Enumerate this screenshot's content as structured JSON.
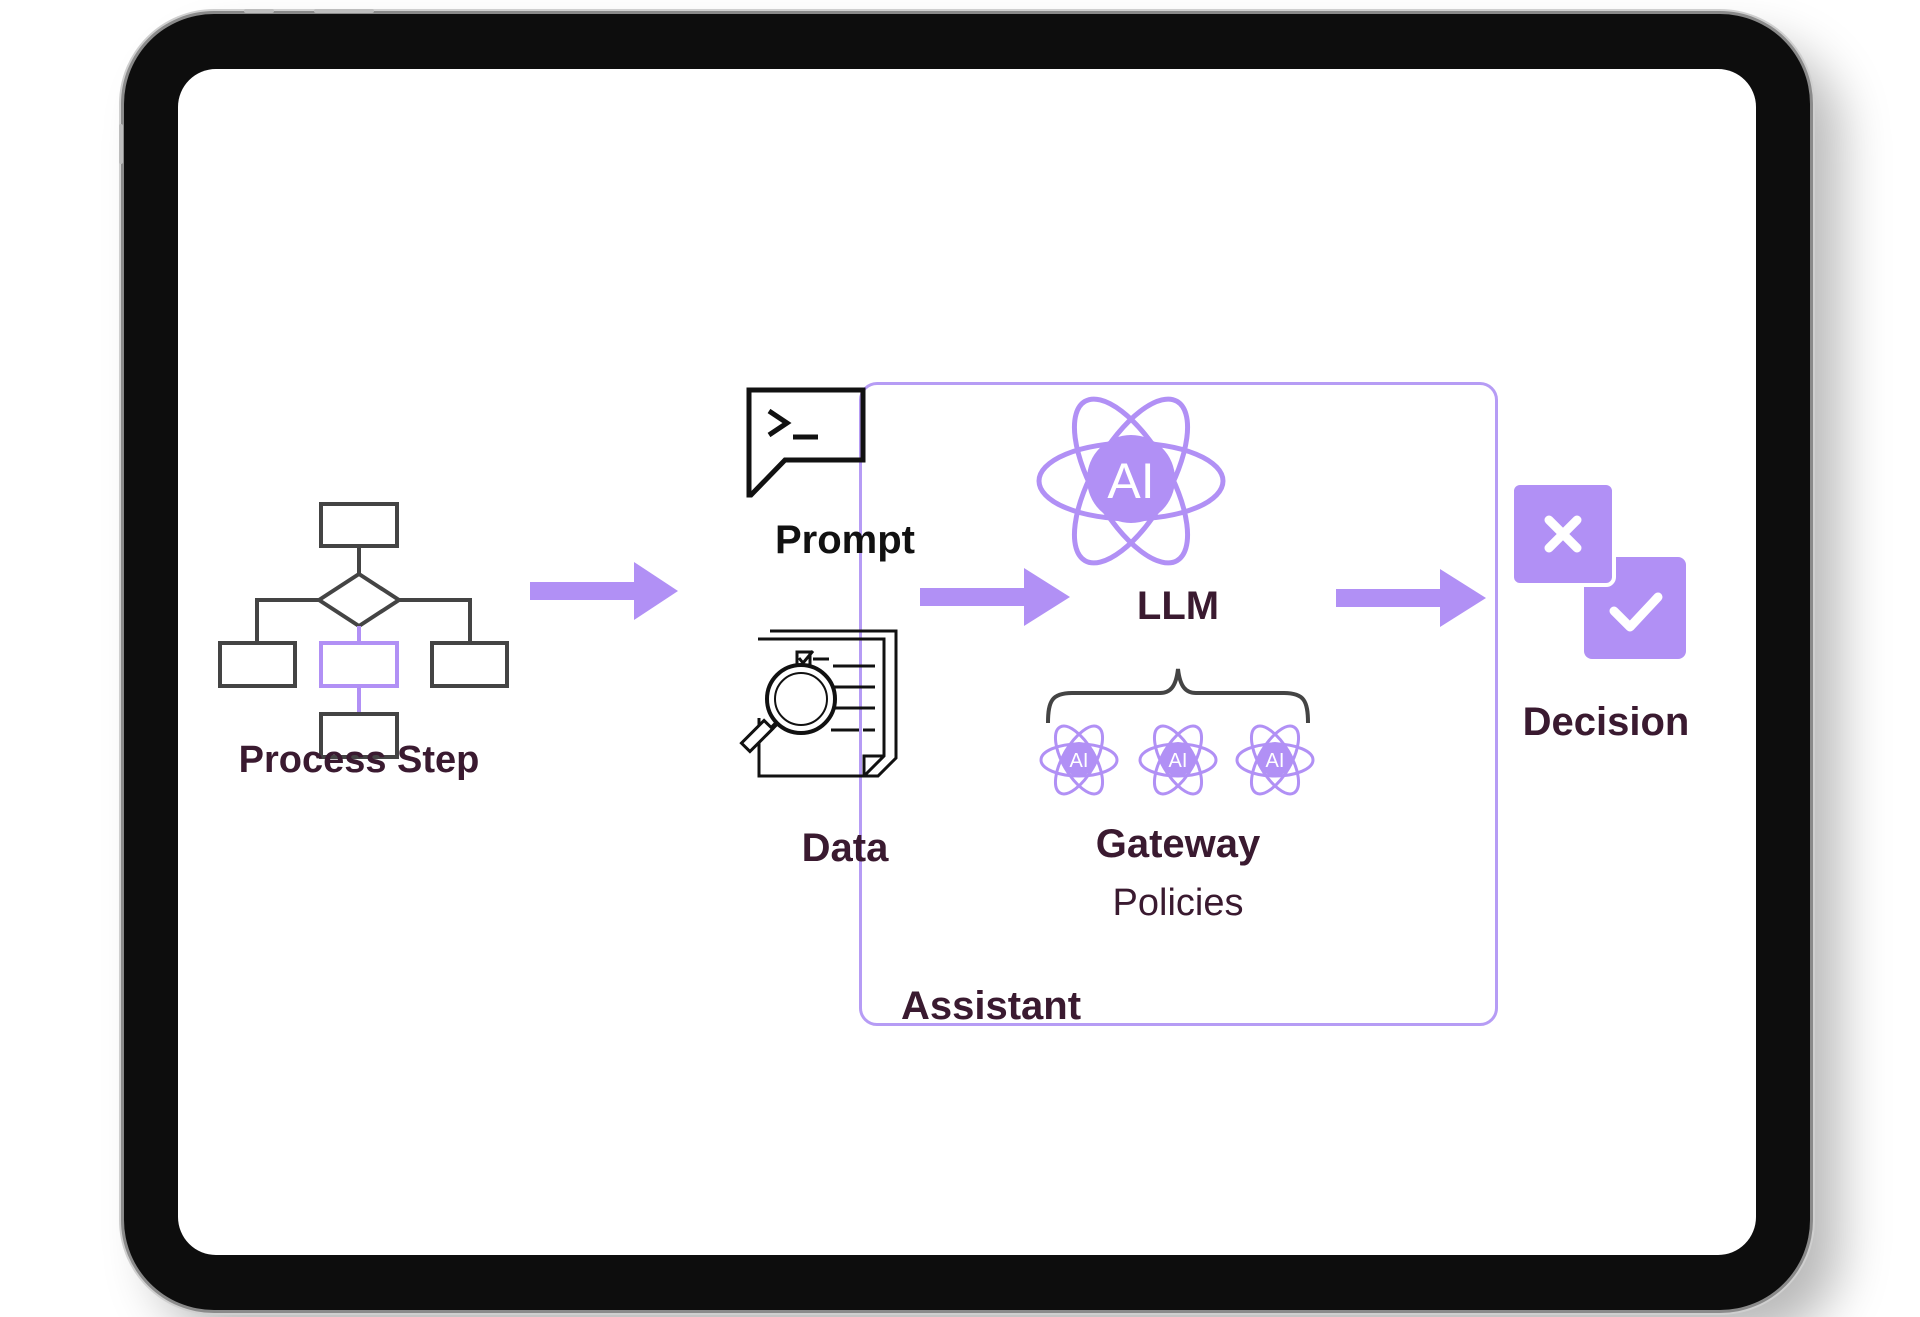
{
  "colors": {
    "accent": "#b190f5",
    "accent_light": "#c4acf8",
    "label": "#3a1a30",
    "icon_dark": "#444444"
  },
  "nodes": {
    "process_step": {
      "label": "Process Step",
      "icon": "flowchart-icon"
    },
    "prompt": {
      "label": "Prompt",
      "icon": "terminal-chat-icon"
    },
    "data": {
      "label": "Data",
      "icon": "document-search-icon"
    },
    "llm": {
      "label": "LLM",
      "icon": "ai-atom-icon",
      "icon_text": "AI"
    },
    "gateway": {
      "label": "Gateway",
      "sublabel": "Policies",
      "icon": "ai-atom-small-icon",
      "icon_text": "AI",
      "count": 3
    },
    "decision": {
      "label": "Decision",
      "icon": "decision-icon"
    },
    "assistant": {
      "label": "Assistant"
    }
  },
  "edges": [
    {
      "from": "process_step",
      "to": "assistant"
    },
    {
      "from": "prompt",
      "to": "llm"
    },
    {
      "from": "assistant",
      "to": "decision"
    }
  ]
}
